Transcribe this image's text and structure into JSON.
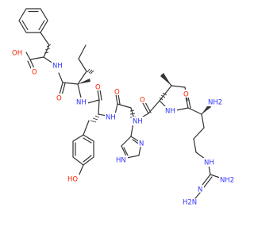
{
  "molecule": {
    "atom_labels": {
      "acid_oh": "OH",
      "acid_o": "O",
      "nh_phe": "NH",
      "o_ile1": "O",
      "nh_ile1": "NH",
      "o_tyr": "O",
      "tyr_oh": "HO",
      "nh_tyr": "NH",
      "o_his": "O",
      "his_n": "N",
      "his_nh": "HN",
      "nh_his": "NH",
      "o_ile2": "O",
      "nh_ile2": "NH",
      "o_arg": "O",
      "nh2_arg": "NH2",
      "guan_nh": "NH",
      "guan_n": "N",
      "guan_h2n": "H2N",
      "guan_nh2": "NH2"
    },
    "colors": {
      "bond": "#333333",
      "oxygen": "#ff2200",
      "nitrogen": "#3333ff",
      "background": "#ffffff"
    }
  }
}
